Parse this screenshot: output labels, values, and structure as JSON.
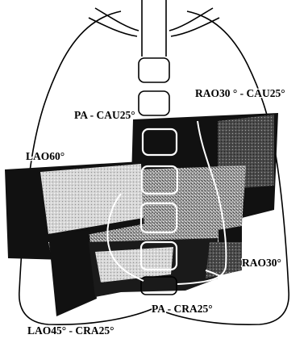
{
  "labels": {
    "pa_cau": "PA - CAU25°",
    "rao_cau": "RAO30 ° - CAU25°",
    "lao60": "LAO60°",
    "rao30": "RAO30°",
    "pa_cra": "PA - CRA25°",
    "lao_cra": "LAO45° - CRA25°"
  },
  "colors": {
    "outline": "#000000",
    "fill_dark": "#111111",
    "fill_mid": "#6a6a6a",
    "fill_light": "#c8c8c8",
    "vertebra_stroke": "#ffffff",
    "background": "#ffffff"
  }
}
